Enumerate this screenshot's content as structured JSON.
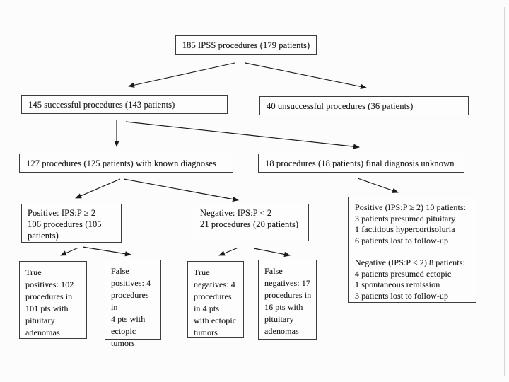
{
  "nodes": {
    "root": "185 IPSS procedures (179 patients)",
    "successful": "145 successful procedures (143 patients)",
    "unsuccessful": "40 unsuccessful procedures (36 patients)",
    "known": "127 procedures (125 patients) with known diagnoses",
    "unknown": "18 procedures (18 patients) final diagnosis unknown",
    "positive": "Positive: IPS:P ≥ 2\n106 procedures (105\npatients)",
    "negative": "Negative: IPS:P < 2\n21 procedures (20 patients)",
    "unknown_outcome": "Positive (IPS:P ≥ 2) 10 patients:\n3 patients presumed pituitary\n1 factitious hypercortisoluria\n6 patients lost to follow-up\n\nNegative (IPS:P < 2) 8 patients:\n4 patients presumed ectopic\n1 spontaneous remission\n3 patients lost to follow-up",
    "true_positives": "True\npositives: 102\nprocedures in\n101 pts with\npituitary\nadenomas",
    "false_positives": "False\npositives: 4\nprocedures in\n4 pts with\nectopic\ntumors",
    "true_negatives": "True\nnegatives: 4\nprocedures\nin 4 pts\nwith ectopic\ntumors",
    "false_negatives": "False\nnegatives: 17\nprocedures in\n16 pts with\npituitary\nadenomas"
  },
  "edges": [
    {
      "from": "root",
      "to": "successful"
    },
    {
      "from": "root",
      "to": "unsuccessful"
    },
    {
      "from": "successful",
      "to": "known"
    },
    {
      "from": "successful",
      "to": "unknown"
    },
    {
      "from": "known",
      "to": "positive"
    },
    {
      "from": "known",
      "to": "negative"
    },
    {
      "from": "unknown",
      "to": "unknown_outcome"
    },
    {
      "from": "positive",
      "to": "true_positives"
    },
    {
      "from": "positive",
      "to": "false_positives"
    },
    {
      "from": "negative",
      "to": "true_negatives"
    },
    {
      "from": "negative",
      "to": "false_negatives"
    }
  ],
  "colors": {
    "ink": "#1c1c1c",
    "box_border": "#3c3c3c",
    "background": "#fcfcfc"
  }
}
